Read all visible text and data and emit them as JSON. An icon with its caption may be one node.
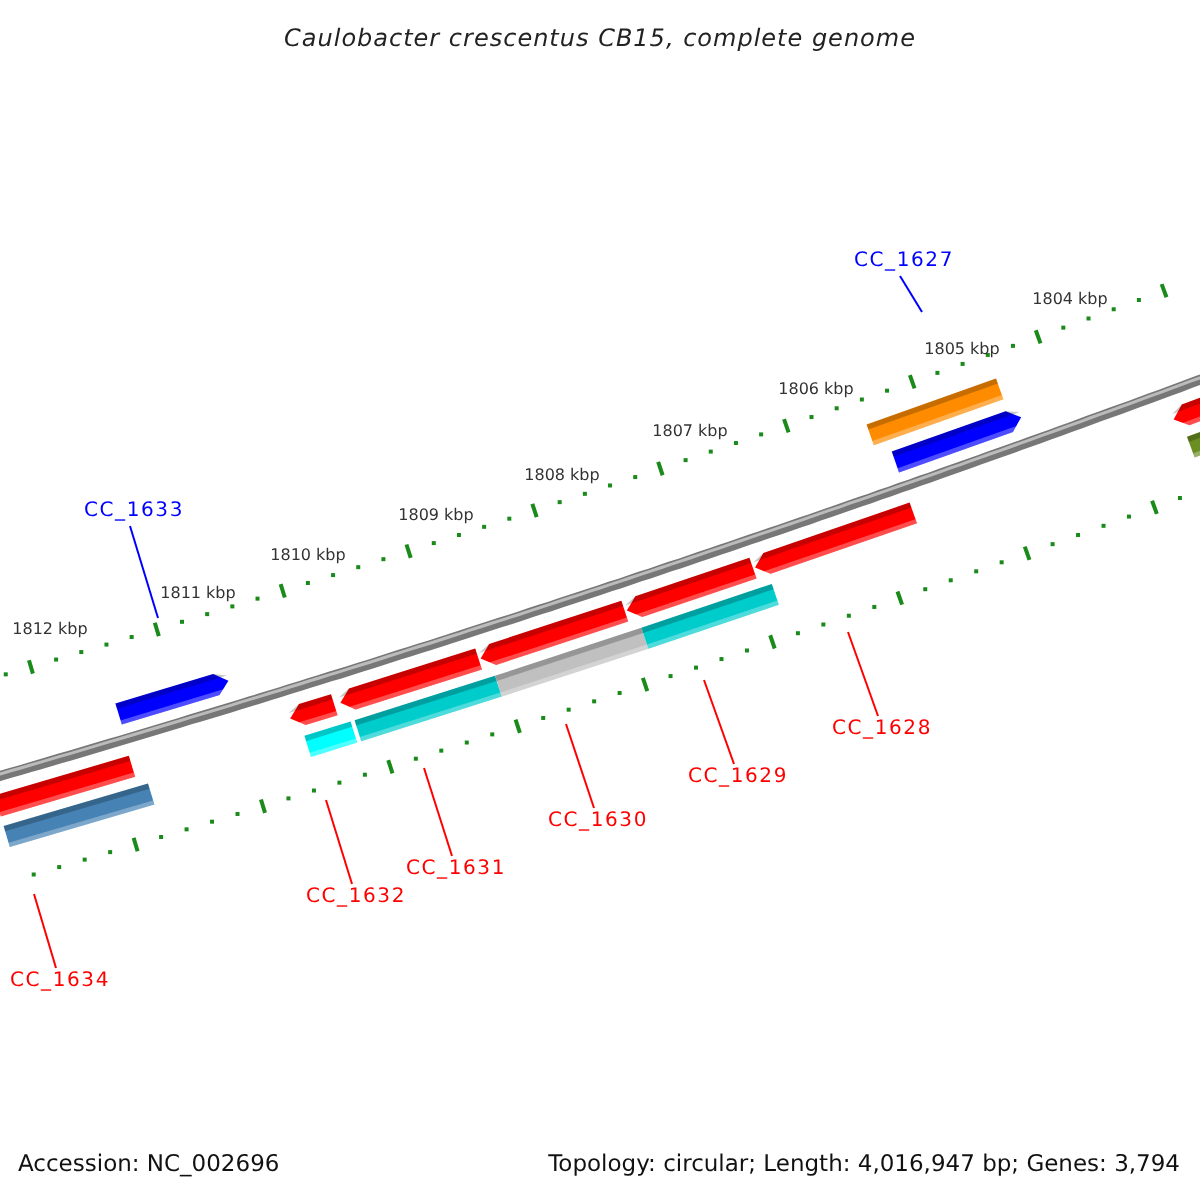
{
  "diagram": {
    "title": "Caulobacter crescentus CB15, complete genome",
    "nodes": [
      {
        "text": [
          "CC_1627"
        ]
      },
      {
        "text": [
          "CC_1633"
        ]
      },
      {
        "text": [
          "CC_1628"
        ]
      },
      {
        "text": [
          "CC_1629"
        ]
      },
      {
        "text": [
          "CC_1630"
        ]
      },
      {
        "text": [
          "CC_1631"
        ]
      },
      {
        "text": [
          "CC_1632"
        ]
      },
      {
        "text": [
          "CC_1634"
        ]
      }
    ],
    "edges": [
      {
        "from": 0,
        "to": null,
        "arrow": "none",
        "color": "#0000ff"
      },
      {
        "from": 1,
        "to": null,
        "arrow": "none",
        "color": "#0000ff"
      },
      {
        "from": 2,
        "to": null,
        "arrow": "none"
      },
      {
        "from": 3,
        "to": null,
        "arrow": "none"
      },
      {
        "from": 4,
        "to": null,
        "arrow": "none"
      },
      {
        "from": 5,
        "to": null,
        "arrow": "none"
      },
      {
        "from": 6,
        "to": null,
        "arrow": "none"
      },
      {
        "from": 7,
        "to": null,
        "arrow": "none"
      }
    ],
    "labels": [
      "1804 kbp",
      "1805 kbp",
      "1806 kbp",
      "1807 kbp",
      "1808 kbp",
      "1809 kbp",
      "1810 kbp",
      "1811 kbp",
      "1812 kbp",
      "Accession: NC_002696",
      "Topology: circular; Length: 4,016,947 bp; Genes: 3,794"
    ]
  }
}
